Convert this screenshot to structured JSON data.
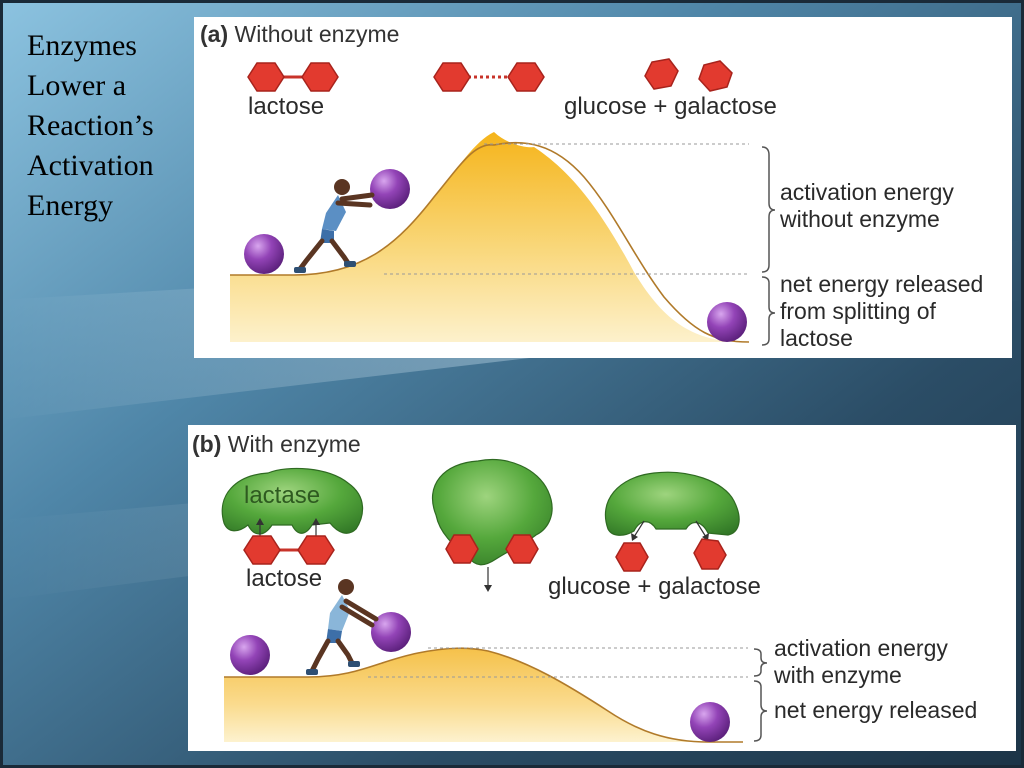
{
  "slide": {
    "title_lines": [
      "Enzymes",
      "Lower a",
      "Reaction’s",
      "Activation",
      "Energy"
    ]
  },
  "panel_a": {
    "tag": "(a)",
    "heading": "Without enzyme",
    "lactose_label": "lactose",
    "products_label": "glucose + galactose",
    "activation_label": [
      "activation energy",
      "without enzyme"
    ],
    "net_label": [
      "net energy released",
      "from splitting of",
      "lactose"
    ]
  },
  "panel_b": {
    "tag": "(b)",
    "heading": "With enzyme",
    "enzyme_label": "lactase",
    "lactose_label": "lactose",
    "products_label": "glucose + galactose",
    "activation_label": [
      "activation energy",
      "with enzyme"
    ],
    "net_label": [
      "net energy released"
    ]
  },
  "colors": {
    "hill_top": "#f5b71b",
    "hill_bottom": "#fdf0c4",
    "molecule_red": "#e23a2f",
    "ball_purple": "#8a3fae",
    "enzyme_green": "#4e9d3a"
  },
  "icons": [
    "hexagon-molecule-icon",
    "purple-ball-icon",
    "person-pushing-icon",
    "enzyme-blob-icon",
    "brace-icon"
  ]
}
